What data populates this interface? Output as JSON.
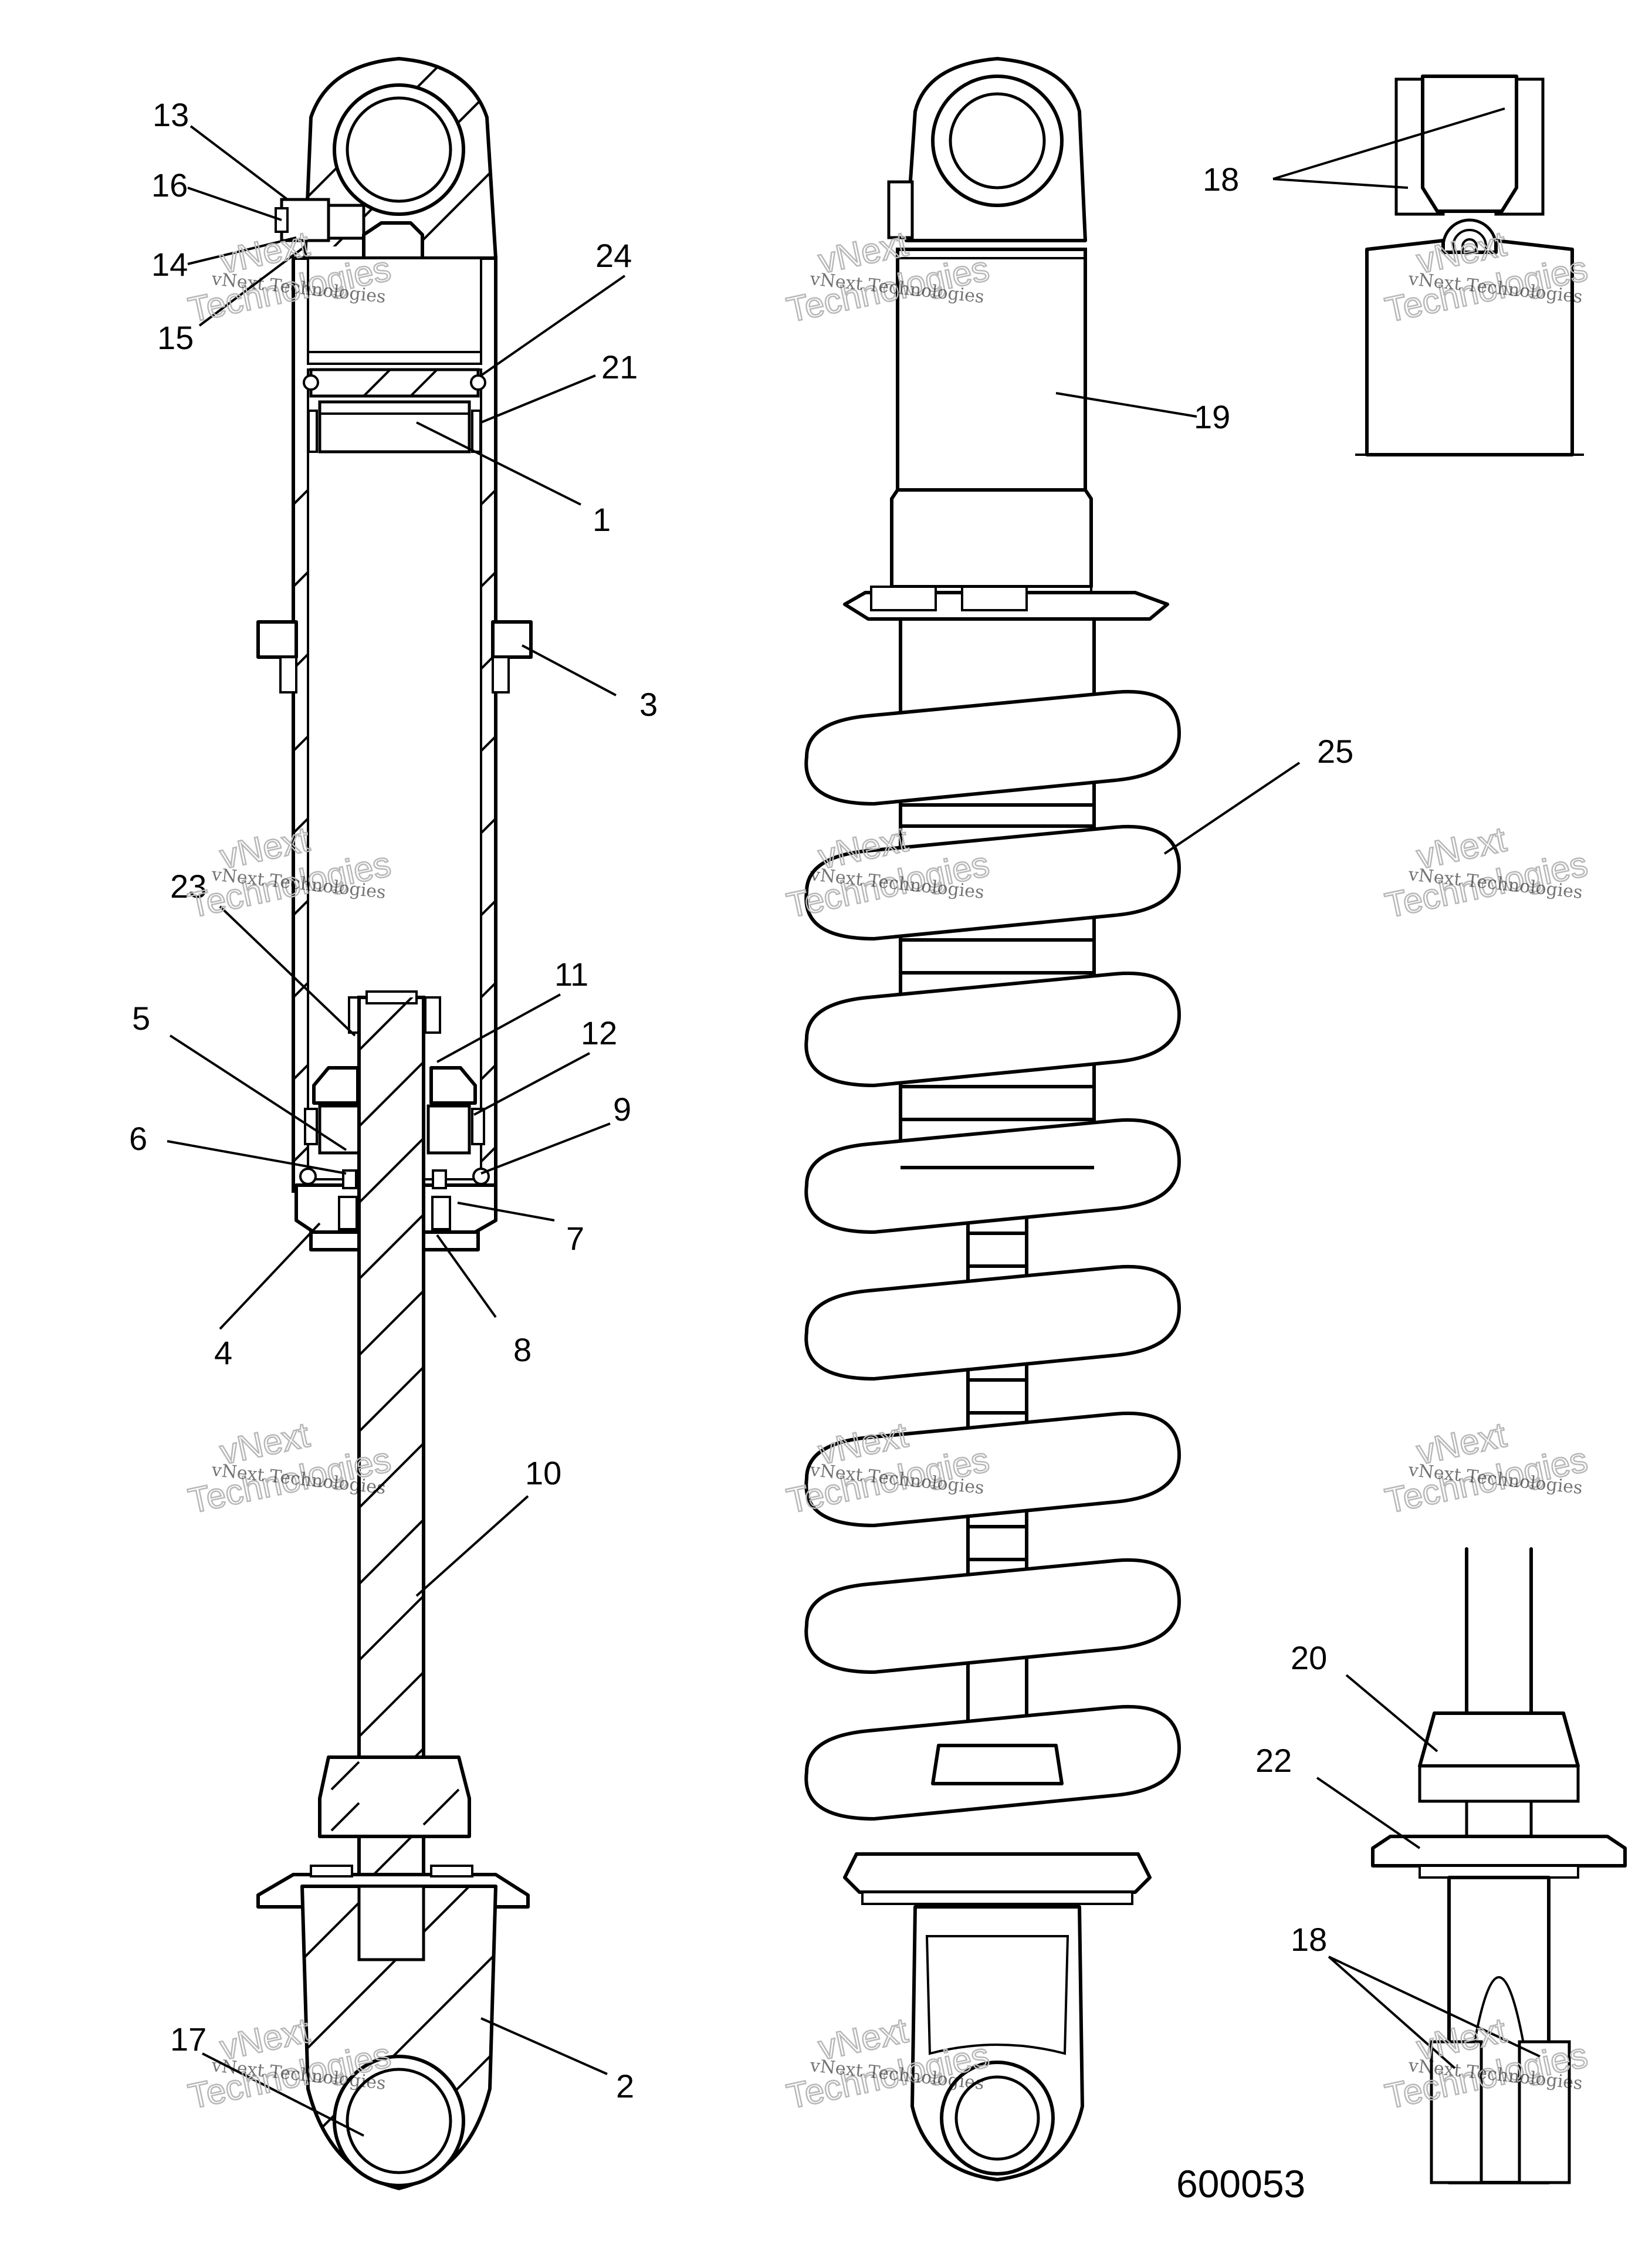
{
  "diagram_number": "600053",
  "callouts": {
    "c1": "1",
    "c2": "2",
    "c3": "3",
    "c4": "4",
    "c5": "5",
    "c6": "6",
    "c7": "7",
    "c8": "8",
    "c9": "9",
    "c10": "10",
    "c11": "11",
    "c12": "12",
    "c13": "13",
    "c14": "14",
    "c15": "15",
    "c16": "16",
    "c17": "17",
    "c18a": "18",
    "c18b": "18",
    "c19": "19",
    "c20": "20",
    "c21": "21",
    "c22": "22",
    "c23": "23",
    "c24": "24",
    "c25": "25"
  },
  "watermark": {
    "line1": "vNext Technologies",
    "line2": "vNext",
    "line3": "Technologies"
  },
  "icons": [
    "shock-section-drawing",
    "shock-assembly-drawing",
    "top-eyelet-detail",
    "bottom-eyelet-detail"
  ]
}
